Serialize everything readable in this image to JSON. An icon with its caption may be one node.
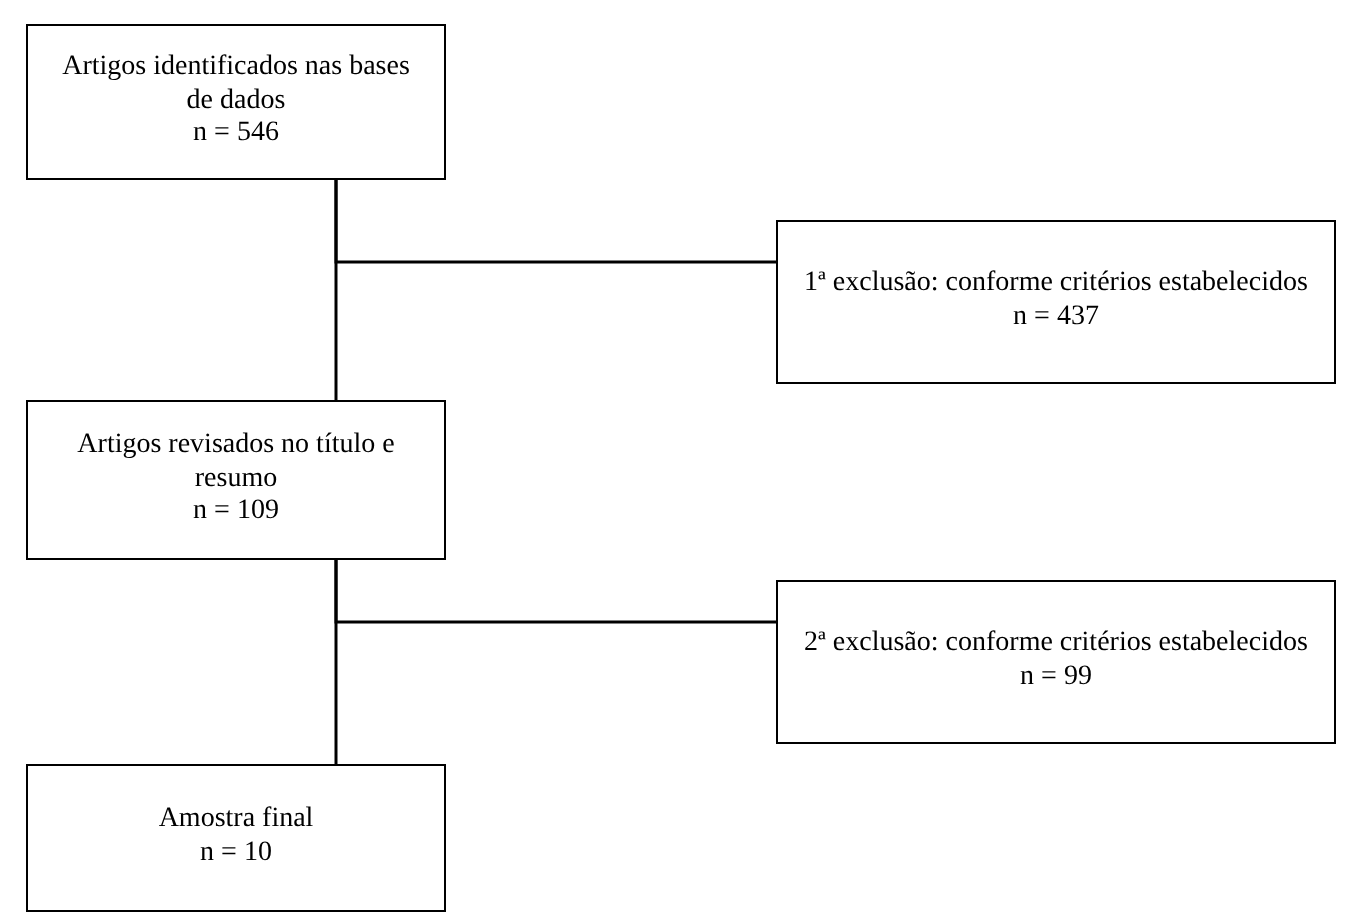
{
  "diagram": {
    "nodes": [
      {
        "text": [
          "Artigos identificados nas bases de dados",
          "n = 546"
        ]
      },
      {
        "text": [
          "1ª exclusão: conforme critérios estabelecidos",
          "n = 437"
        ]
      },
      {
        "text": [
          "Artigos revisados no título e resumo",
          "n = 109"
        ]
      },
      {
        "text": [
          "2ª exclusão: conforme critérios estabelecidos",
          "n = 99"
        ]
      },
      {
        "text": [
          "Amostra final",
          "n = 10"
        ]
      }
    ],
    "edges": [
      {
        "from": 0,
        "to": 2,
        "arrow": "none"
      },
      {
        "from": 0,
        "to": 1,
        "arrow": "none"
      },
      {
        "from": 2,
        "to": 4,
        "arrow": "none"
      },
      {
        "from": 2,
        "to": 3,
        "arrow": "none"
      }
    ]
  }
}
